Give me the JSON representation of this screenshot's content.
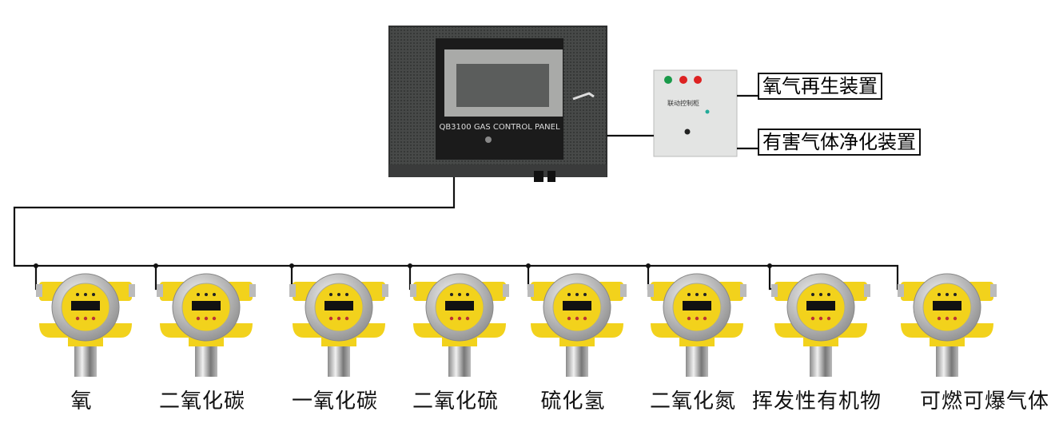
{
  "controller": {
    "panel_text": "QB3100 GAS CONTROL PANEL",
    "cabinet_text": "联动控制柜"
  },
  "devices": [
    {
      "label": "氧气再生装置"
    },
    {
      "label": "有害气体净化装置"
    }
  ],
  "sensors": [
    {
      "label": "氧"
    },
    {
      "label": "二氧化碳"
    },
    {
      "label": "一氧化碳"
    },
    {
      "label": "二氧化硫"
    },
    {
      "label": "硫化氢"
    },
    {
      "label": "二氧化氮"
    },
    {
      "label": "挥发性有机物"
    },
    {
      "label": "可燃可爆气体"
    }
  ],
  "colors": {
    "sensor_body": "#f2d21c",
    "panel": "#3b3d3c",
    "wire": "#111111"
  }
}
